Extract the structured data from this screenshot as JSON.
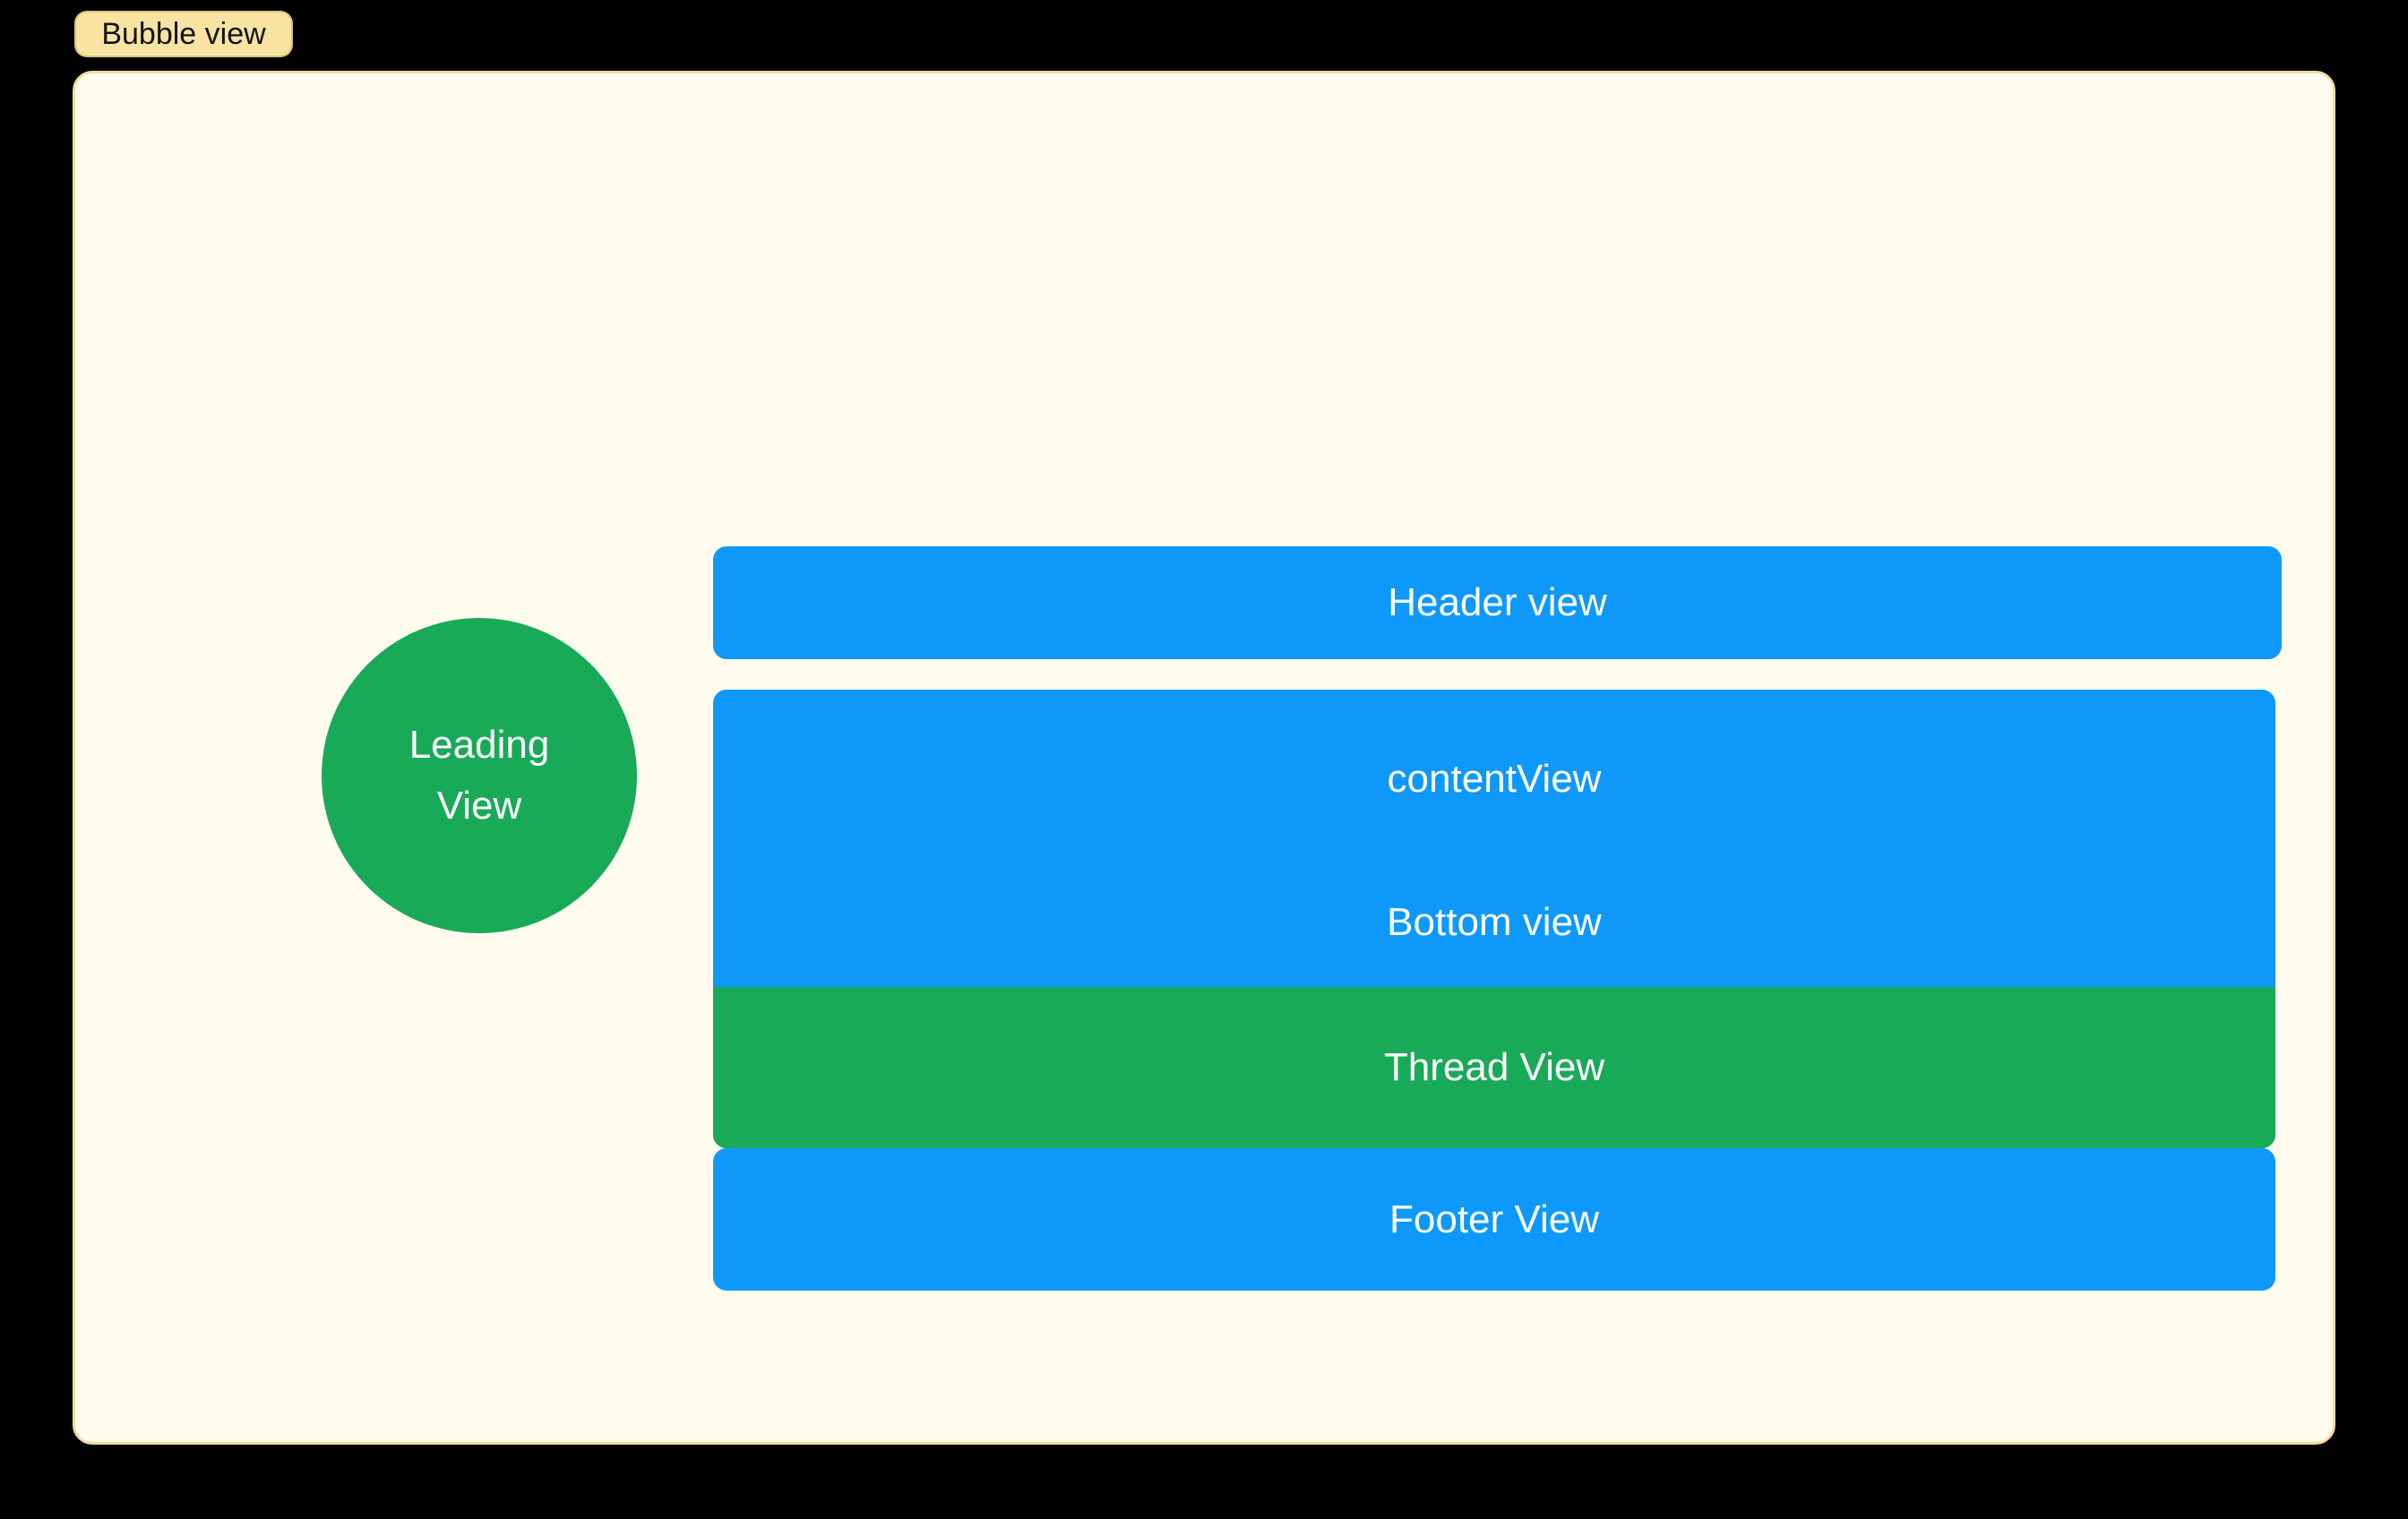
{
  "window": {
    "background": "#000000"
  },
  "tag": {
    "label": "Bubble view",
    "background": "#F8E3A2",
    "text_color": "#141414"
  },
  "panel": {
    "background": "#FFFCEF",
    "border_color": "#F4DC9B"
  },
  "colors": {
    "view_blue": "#0E99FA",
    "view_green": "#19AA58",
    "label_text": "#FFFFFF"
  },
  "leading_view": {
    "line1": "Leading",
    "line2": "View"
  },
  "views": {
    "header": "Header view",
    "content": "contentView",
    "bottom": "Bottom view",
    "thread": "Thread View",
    "footer": "Footer View"
  }
}
